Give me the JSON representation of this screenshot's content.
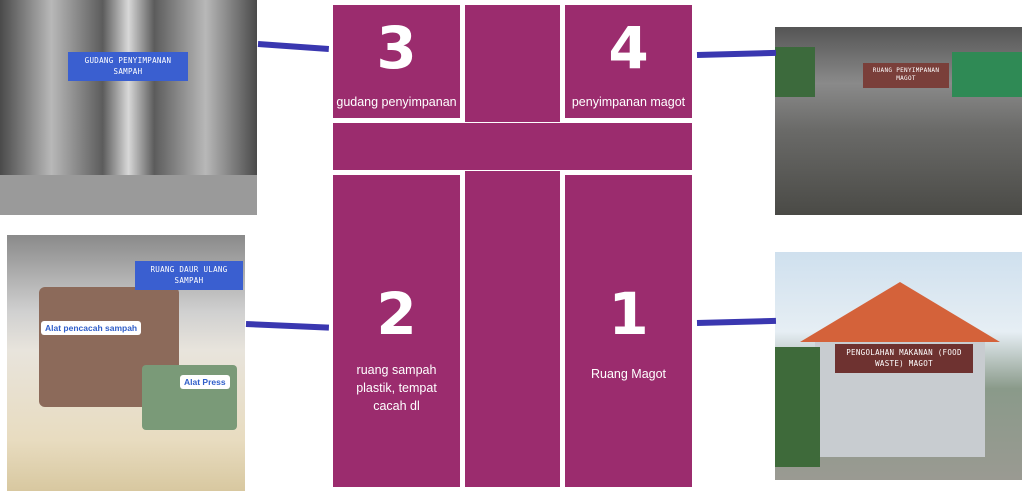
{
  "rooms": [
    {
      "number": "3",
      "label": "gudang penyimpanan"
    },
    {
      "number": "4",
      "label": "penyimpanan magot"
    },
    {
      "number": "2",
      "label": "ruang sampah plastik, tempat cacah dl"
    },
    {
      "number": "1",
      "label": "Ruang Magot"
    }
  ],
  "photos": {
    "warehouse_banner": "GUDANG PENYIMPANAN SAMPAH",
    "recycle_banner": "RUANG DAUR ULANG SAMPAH",
    "recycle_tag_shredder": "Alat pencacah sampah",
    "recycle_tag_press": "Alat Press",
    "magot_storage_banner": "RUANG PENYIMPANAN MAGOT",
    "food_banner": "PENGOLAHAN MAKANAN (FOOD WASTE) MAGOT"
  },
  "colors": {
    "block": "#9b2c6e",
    "connector": "#3a37b0"
  }
}
